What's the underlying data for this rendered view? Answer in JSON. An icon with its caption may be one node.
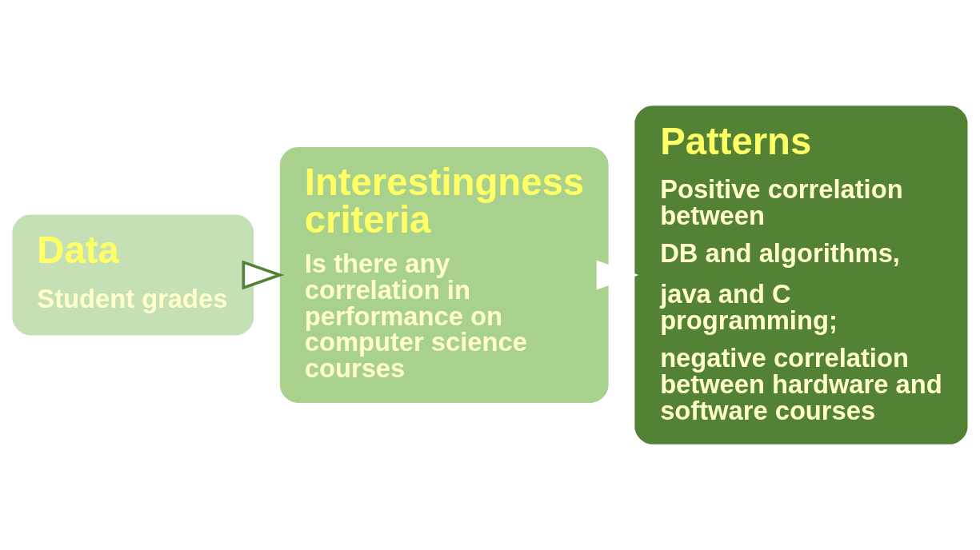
{
  "diagram": {
    "nodes": [
      {
        "text": [
          "Data",
          "Student grades"
        ]
      },
      {
        "text": [
          "Interestingness criteria",
          "Is there any correlation in performance on computer science courses"
        ]
      },
      {
        "text": [
          "Patterns",
          "Positive correlation between",
          "DB and algorithms,",
          "java and C programming;",
          "negative correlation between hardware and software courses"
        ]
      }
    ],
    "edges": [
      {
        "from": 0,
        "to": 1,
        "arrow": "to"
      },
      {
        "from": 1,
        "to": 2,
        "arrow": "to"
      }
    ]
  }
}
